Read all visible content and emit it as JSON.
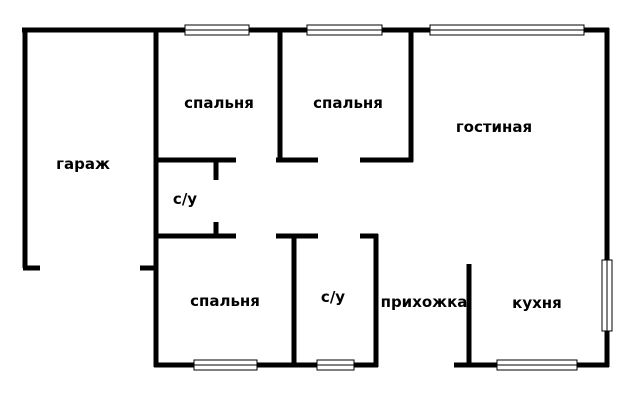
{
  "rooms": {
    "garage": "гараж",
    "bedroom_top_left": "спальня",
    "bedroom_top_middle": "спальня",
    "living_room": "гостиная",
    "bathroom_upper": "с/у",
    "bedroom_bottom": "спальня",
    "bathroom_lower": "с/у",
    "hallway": "прихожка",
    "kitchen": "кухня"
  },
  "colors": {
    "wall": "#000000",
    "background": "#ffffff"
  }
}
